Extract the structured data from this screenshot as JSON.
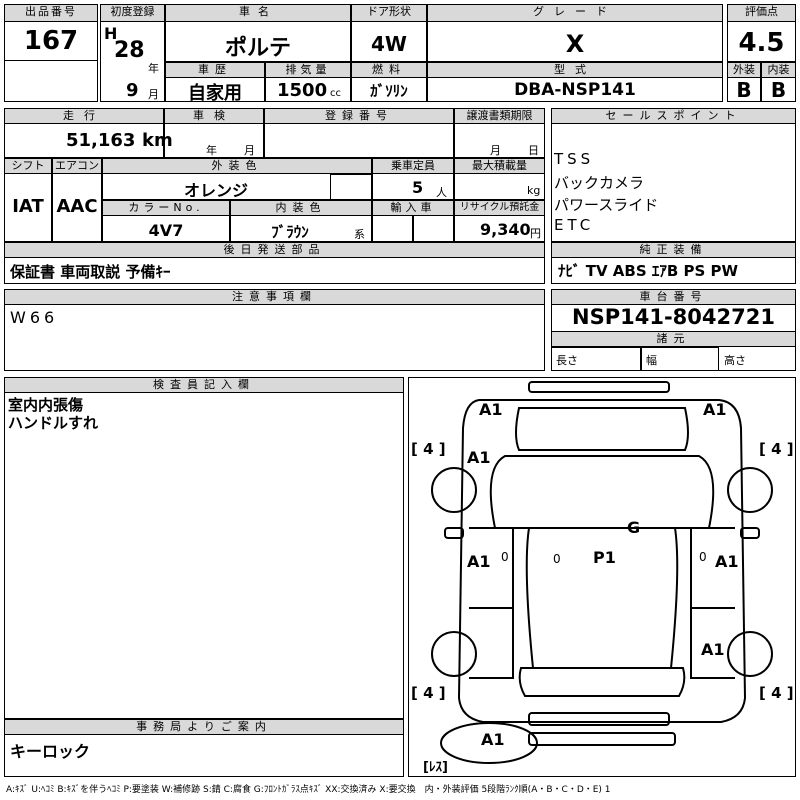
{
  "header": {
    "lot_label": "出品番号",
    "lot_value": "167",
    "first_reg_label": "初度登録",
    "era": "H",
    "year": "28",
    "year_unit": "年",
    "month": "9",
    "month_unit": "月",
    "name_label": "車名",
    "name_value": "ポルテ",
    "door_label": "ドア形状",
    "door_value": "4W",
    "grade_label": "グレード",
    "grade_value": "X",
    "score_label": "評価点",
    "score_value": "4.5",
    "history_label": "車歴",
    "history_value": "自家用",
    "disp_label": "排気量",
    "disp_value": "1500",
    "disp_unit": "cc",
    "fuel_label": "燃料",
    "fuel_value": "ｶﾞｿﾘﾝ",
    "model_label": "型式",
    "model_value": "DBA-NSP141",
    "ext_label": "外装",
    "ext_value": "B",
    "int_label": "内装",
    "int_value": "B"
  },
  "row2": {
    "mileage_label": "走行",
    "mileage_value": "51,163",
    "mileage_unit": "km",
    "inspection_label": "車検",
    "insp_year_unit": "年",
    "insp_month_unit": "月",
    "plate_label": "登録番号",
    "transfer_label": "譲渡書類期限",
    "transfer_month_unit": "月",
    "transfer_day_unit": "日",
    "shift_label": "シフト",
    "shift_value": "IAT",
    "ac_label": "エアコン",
    "ac_value": "AAC",
    "ext_color_label": "外装色",
    "ext_color_value": "オレンジ",
    "capacity_label": "乗車定員",
    "capacity_value": "5",
    "capacity_unit": "人",
    "load_label": "最大積載量",
    "load_unit": "kg",
    "color_no_label": "カラーNo.",
    "color_no_value": "4V7",
    "int_color_label": "内装色",
    "int_color_value": "ﾌﾞﾗｳﾝ",
    "int_color_unit": "系",
    "import_label": "輸入車",
    "recycle_label": "リサイクル預託金",
    "recycle_value": "9,340",
    "recycle_unit": "円",
    "later_label": "後日発送部品",
    "later_value": "保証書 車両取説 予備ｷｰ"
  },
  "sales": {
    "label": "セールスポイント",
    "points": [
      "TSS",
      "バックカメラ",
      "パワースライド",
      "ETC"
    ],
    "equip_label": "純正装備",
    "equip_value": "ﾅﾋﾞ TV ABS ｴｱB PS PW"
  },
  "notes": {
    "label": "注意事項欄",
    "value": "W66"
  },
  "chassis": {
    "label": "車台番号",
    "value": "NSP141-8042721",
    "spec_label": "諸元",
    "length_label": "長さ",
    "width_label": "幅",
    "height_label": "高さ"
  },
  "inspector": {
    "label": "検査員記入欄",
    "line1": "室内内張傷",
    "line2": "ハンドルすれ"
  },
  "office": {
    "label": "事務局よりご案内",
    "value": "キーロック"
  },
  "diagram": {
    "marks": [
      "A1",
      "A1",
      "A1",
      "G",
      "A1",
      "P1",
      "A1",
      "A1",
      "A1"
    ],
    "tyres": [
      "[ 4 ]",
      "[ 4 ]",
      "[ 4 ]",
      "[ 4 ]"
    ],
    "small_marks": [
      "0",
      "0",
      "0"
    ],
    "spare": "[ﾚｽ]"
  },
  "legend": "A:ｷｽﾞ U:ﾍｺﾐ B:ｷｽﾞを伴うﾍｺﾐ P:要塗装 W:補修跡 S:錆 C:腐食 G:ﾌﾛﾝﾄｶﾞﾗｽ点ｷｽﾞ XX:交換済み X:要交換　内・外装評価 5段階ﾗﾝｸ順(A・B・C・D・E) 1"
}
